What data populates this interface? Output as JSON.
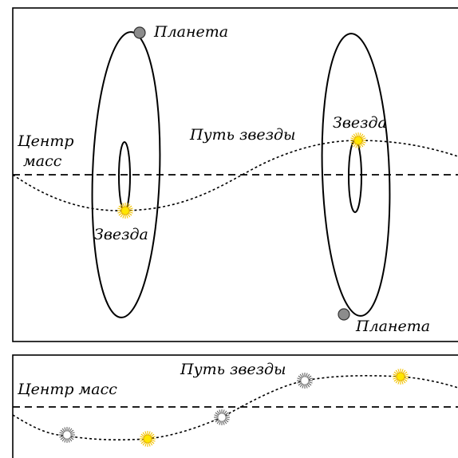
{
  "top_panel": {
    "labels": {
      "planet_top": "Планета",
      "planet_bottom": "Планета",
      "star_left": "Звезда",
      "star_right": "Звезда",
      "center_of_mass_line1": "Центр",
      "center_of_mass_line2": "масс",
      "star_path": "Путь звезды"
    }
  },
  "bottom_panel": {
    "labels": {
      "center_of_mass": "Центр масс",
      "star_path": "Путь звезды"
    }
  },
  "colors": {
    "star_fill": "#ffe600",
    "star_rays": "#f2c200",
    "ghost_star_fill": "#ffffff",
    "ghost_star_rays": "#666666",
    "planet_fill": "#8c8c8c",
    "line": "#000000"
  },
  "icons": {
    "star": "sun-burst-icon",
    "planet": "circle-icon"
  }
}
